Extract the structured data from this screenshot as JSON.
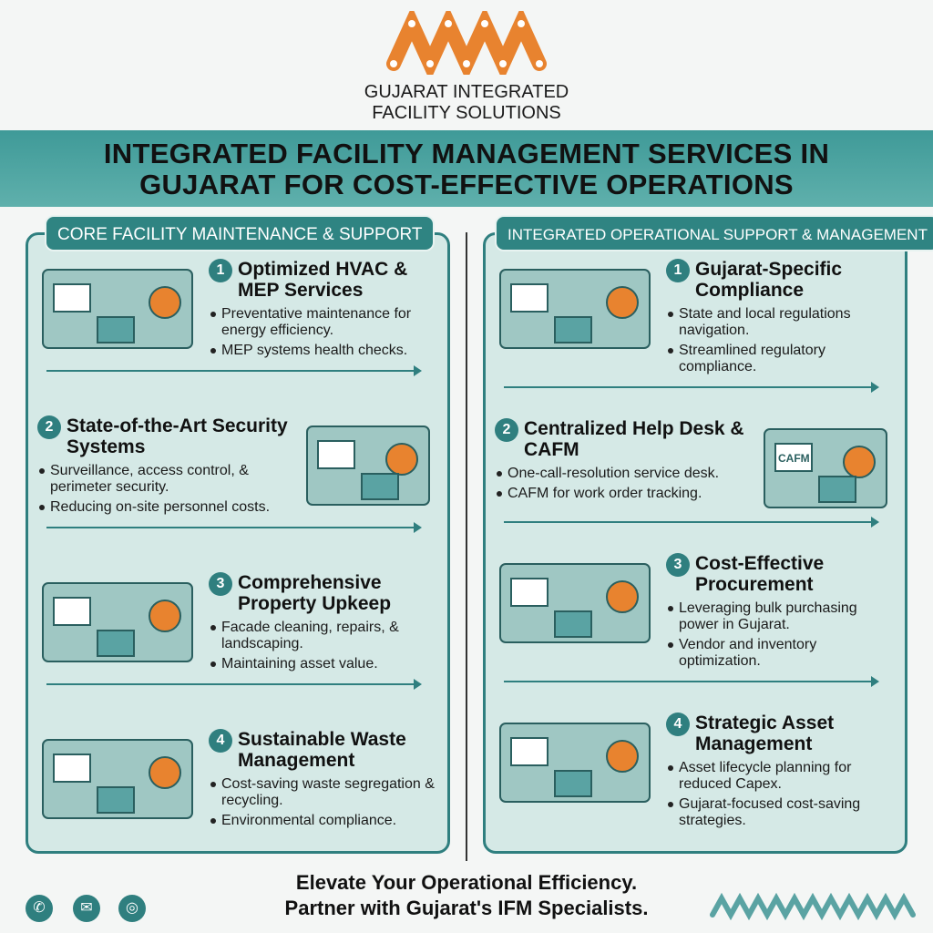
{
  "brand": {
    "line1": "GUJARAT INTEGRATED",
    "line2": "FACILITY SOLUTIONS",
    "logo_color": "#e8832f"
  },
  "banner": {
    "line1": "INTEGRATED FACILITY MANAGEMENT SERVICES IN",
    "line2": "GUJARAT FOR COST-EFFECTIVE OPERATIONS"
  },
  "colors": {
    "teal": "#2f7f7f",
    "panel": "#d5e9e6",
    "accent": "#e8832f"
  },
  "left": {
    "title": "CORE FACILITY MAINTENANCE & SUPPORT",
    "sections": [
      {
        "num": "1",
        "heading": "Optimized HVAC & MEP Services",
        "bullets": [
          "Preventative maintenance for energy efficiency.",
          "MEP systems health checks."
        ]
      },
      {
        "num": "2",
        "heading": "State-of-the-Art Security Systems",
        "bullets": [
          "Surveillance, access control, & perimeter security.",
          "Reducing on-site personnel costs."
        ]
      },
      {
        "num": "3",
        "heading": "Comprehensive Property Upkeep",
        "bullets": [
          "Facade cleaning, repairs, & landscaping.",
          "Maintaining asset value."
        ]
      },
      {
        "num": "4",
        "heading": "Sustainable Waste Management",
        "bullets": [
          "Cost-saving waste segregation & recycling.",
          "Environmental compliance."
        ]
      }
    ]
  },
  "right": {
    "title": "INTEGRATED OPERATIONAL SUPPORT & MANAGEMENT",
    "sections": [
      {
        "num": "1",
        "heading": "Gujarat-Specific Compliance",
        "bullets": [
          "State and local regulations navigation.",
          "Streamlined regulatory compliance."
        ]
      },
      {
        "num": "2",
        "heading": "Centralized Help Desk & CAFM",
        "bullets": [
          "One-call-resolution service desk.",
          "CAFM for work order tracking."
        ],
        "screen_label": "CAFM"
      },
      {
        "num": "3",
        "heading": "Cost-Effective Procurement",
        "bullets": [
          "Leveraging bulk purchasing power in Gujarat.",
          "Vendor and inventory optimization."
        ]
      },
      {
        "num": "4",
        "heading": "Strategic Asset Management",
        "bullets": [
          "Asset lifecycle planning for reduced Capex.",
          "Gujarat-focused cost-saving strategies."
        ]
      }
    ]
  },
  "footer": {
    "line1": "Elevate Your Operational Efficiency.",
    "line2": "Partner with Gujarat's IFM Specialists.",
    "icons": [
      "phone-icon",
      "mail-icon",
      "globe-icon"
    ]
  }
}
